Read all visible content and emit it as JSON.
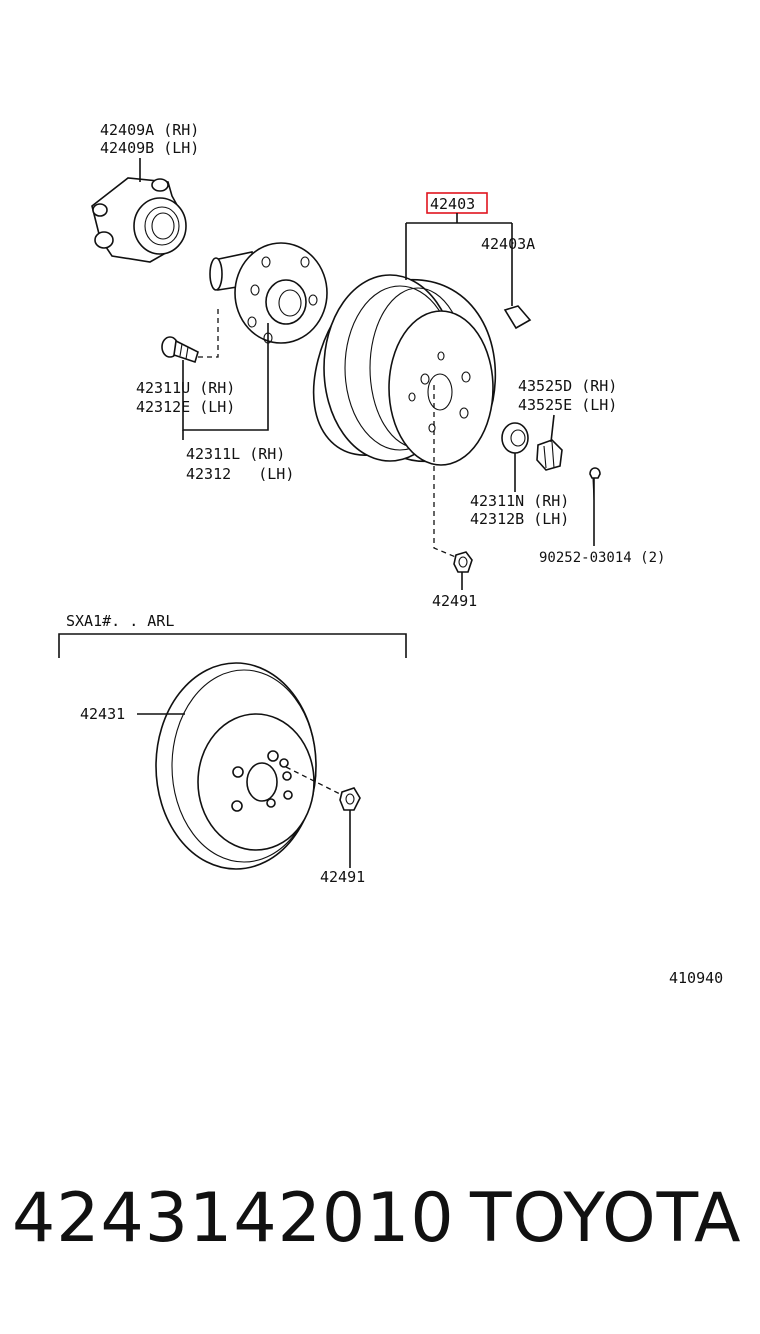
{
  "callouts": {
    "hub_bearing_rh": "42409A (RH)",
    "hub_bearing_lh": "42409B (LH)",
    "drum_assy": "42403",
    "drum_sub": "42403A",
    "hub_bolt_rh": "42311U (RH)",
    "hub_bolt_lh": "42312E (LH)",
    "hub_axle_rh": "42311L (RH)",
    "hub_axle_lh": "42312   (LH)",
    "nut_cap_rh": "43525D (RH)",
    "nut_cap_lh": "43525E (LH)",
    "nut_rh": "42311N (RH)",
    "nut_lh": "42312B (LH)",
    "cotter_pin": "90252-03014 (2)",
    "hub_nut_top": "42491",
    "variant_label": "SXA1#. . ARL",
    "disc": "42431",
    "hub_nut_bottom": "42491",
    "drawing_code": "410940"
  },
  "caption": {
    "part_number": "4243142010",
    "brand": "TOYOTA"
  },
  "colors": {
    "highlight": "#e0141e",
    "ink": "#111111"
  }
}
